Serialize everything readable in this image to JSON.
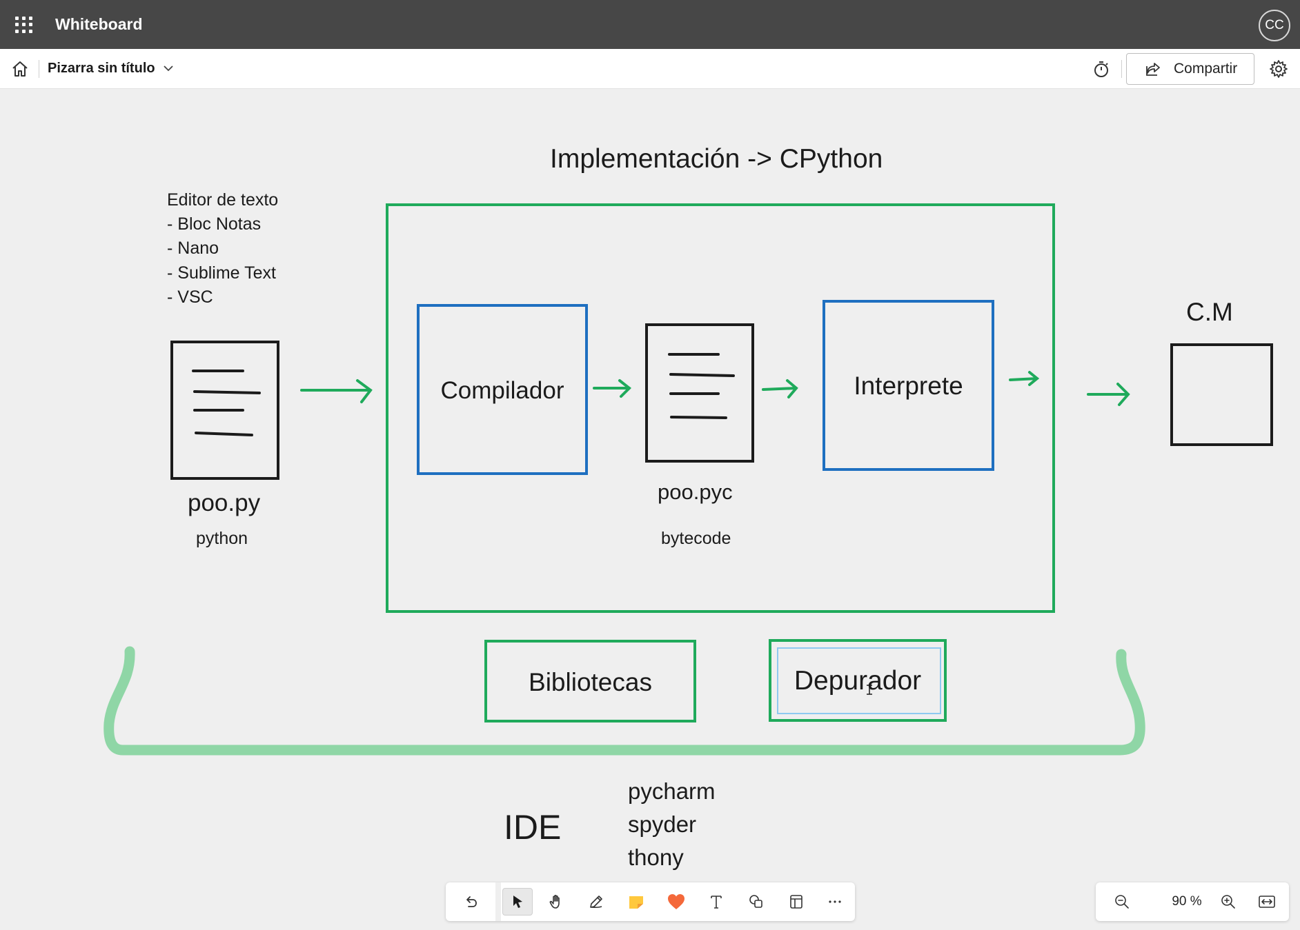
{
  "app": {
    "title": "Whiteboard",
    "avatar_initials": "CC"
  },
  "command_bar": {
    "doc_title": "Pizarra sin título",
    "share_label": "Compartir"
  },
  "board": {
    "heading": "Implementación  -> CPython",
    "editor_list": [
      "Editor de texto",
      "- Bloc Notas",
      "- Nano",
      "- Sublime Text",
      "- VSC"
    ],
    "source_file": {
      "name": "poo.py",
      "caption": "python"
    },
    "compiler_label": "Compilador",
    "bytecode_file": {
      "name": "poo.pyc",
      "caption": "bytecode"
    },
    "interpreter_label": "Interprete",
    "machine_code_label": "C.M",
    "libraries_label": "Bibliotecas",
    "debugger_label": "Depurador",
    "ide_label": "IDE",
    "ide_examples": [
      "pycharm",
      "spyder",
      "thony"
    ]
  },
  "toolbar": {
    "tools": [
      "undo-icon",
      "select-icon",
      "hand-icon",
      "pen-icon",
      "sticky-note-icon",
      "reaction-icon",
      "text-icon",
      "shapes-icon",
      "template-icon",
      "more-icon"
    ],
    "active_tool": "select-icon"
  },
  "zoom": {
    "level": "90 %"
  },
  "colors": {
    "titlebar": "#474747",
    "frame_green": "#1faa5b",
    "box_blue": "#1e6fc0",
    "brace_green": "#8fd6a6",
    "canvas": "#efefef"
  }
}
